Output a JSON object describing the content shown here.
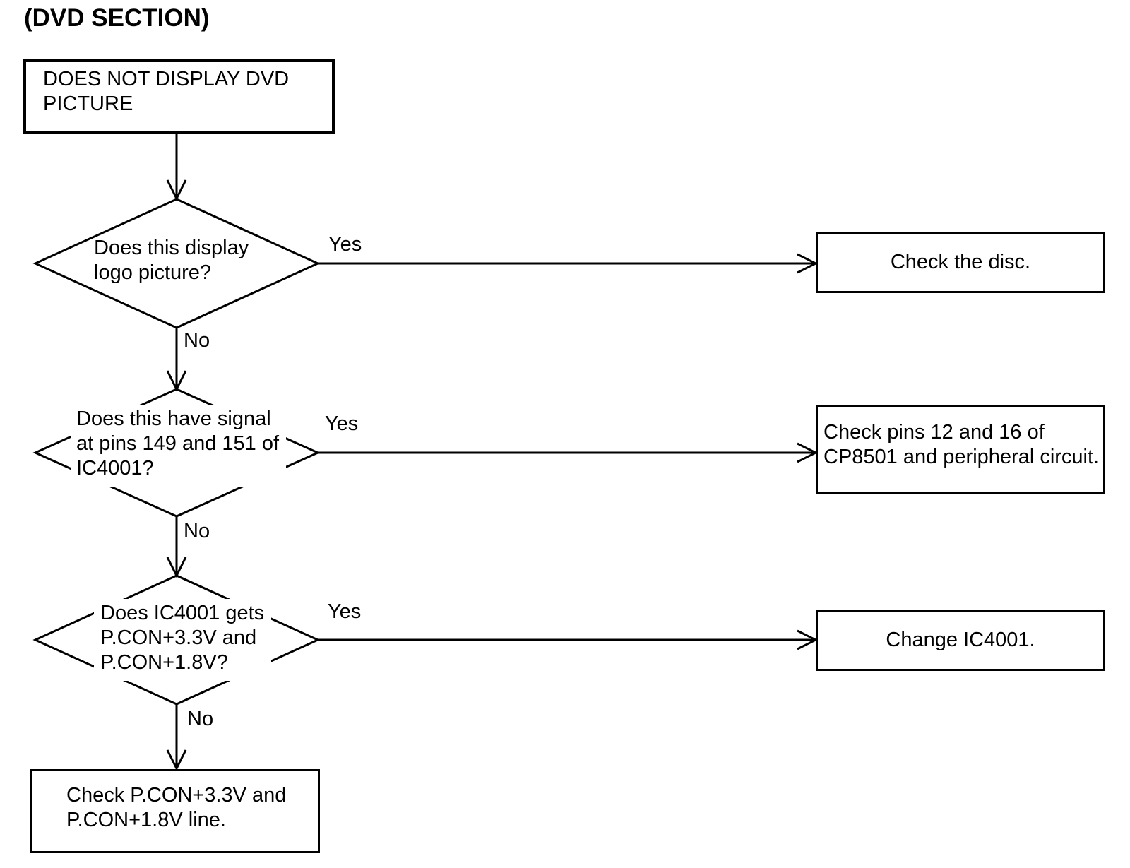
{
  "title": "(DVD SECTION)",
  "colors": {
    "background": "#ffffff",
    "line": "#000000",
    "text": "#000000"
  },
  "nodes": {
    "start": "DOES NOT DISPLAY DVD\nPICTURE",
    "decision1": "Does this display\nlogo picture?",
    "result1": "Check the disc.",
    "decision2": "Does this have signal\nat pins 149 and 151 of\nIC4001?",
    "result2": "Check pins 12 and 16 of\nCP8501 and peripheral circuit.",
    "decision3": "Does IC4001 gets\nP.CON+3.3V and\nP.CON+1.8V?",
    "result3": "Change IC4001.",
    "end": "Check P.CON+3.3V and\nP.CON+1.8V line."
  },
  "edge_labels": {
    "yes1": "Yes",
    "no1": "No",
    "yes2": "Yes",
    "no2": "No",
    "yes3": "Yes",
    "no3": "No"
  }
}
